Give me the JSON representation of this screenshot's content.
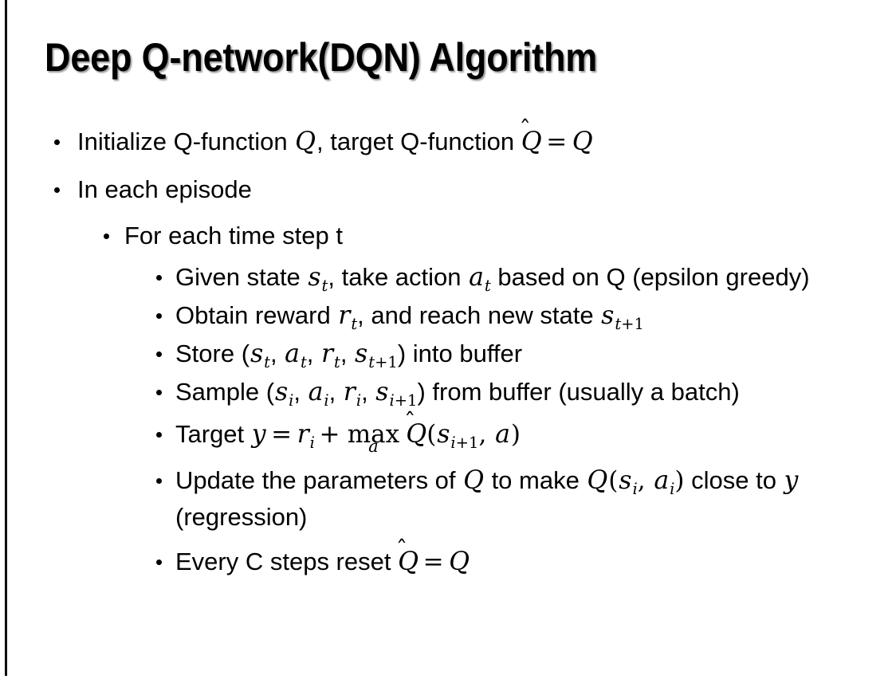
{
  "slide": {
    "title": "Deep Q-network(DQN) Algorithm",
    "background_color": "#ffffff",
    "text_color": "#000000",
    "left_rule_color": "#0d0d0d",
    "title_shadow_color": "#787878"
  },
  "bullets": {
    "b1_text": "Initialize Q-function ",
    "b1_var_q": "Q",
    "b1_mid": ", target Q-function ",
    "b1_qhat": "Q",
    "b1_hat": "̂",
    "b1_eq": "=",
    "b1_q2": "Q",
    "b2_text": "In each episode",
    "b3_text": "For each time step t",
    "b4_a": "Given state ",
    "b4_s": "s",
    "b4_s_sub": "t",
    "b4_b": ", take action ",
    "b4_aa": "a",
    "b4_a_sub": "t",
    "b4_c": " based on Q (epsilon greedy)",
    "b5_a": "Obtain reward ",
    "b5_r": "r",
    "b5_r_sub": "t",
    "b5_b": ", and reach new state ",
    "b5_s": "s",
    "b5_s_sub_var": "t",
    "b5_s_sub_num": "+1",
    "b6_a": "Store (",
    "b6_s": "s",
    "b6_s_sub": "t",
    "b6_c1": ", ",
    "b6_aa": "a",
    "b6_a_sub": "t",
    "b6_c2": ", ",
    "b6_r": "r",
    "b6_r_sub": "t",
    "b6_c3": ", ",
    "b6_s2": "s",
    "b6_s2_sub_var": "t",
    "b6_s2_sub_num": "+1",
    "b6_end": ") into buffer",
    "b7_a": "Sample (",
    "b7_s": "s",
    "b7_s_sub": "i",
    "b7_c1": ", ",
    "b7_aa": "a",
    "b7_a_sub": "i",
    "b7_c2": ", ",
    "b7_r": "r",
    "b7_r_sub": "i",
    "b7_c3": ", ",
    "b7_s2": "s",
    "b7_s2_sub_var": "i",
    "b7_s2_sub_num": "+1",
    "b7_end": ") from buffer (usually a batch)",
    "b8_a": "Target ",
    "b8_y": "y",
    "b8_eq": "=",
    "b8_r": "r",
    "b8_r_sub": "i",
    "b8_plus": "+",
    "b8_max": "max",
    "b8_max_lim": "a",
    "b8_qhat": "Q",
    "b8_hat": "̂",
    "b8_paren_open": "(",
    "b8_s": "s",
    "b8_s_sub_var": "i",
    "b8_s_sub_num": "+1",
    "b8_comma": ", ",
    "b8_action": "a",
    "b8_paren_close": ")",
    "b9_a": "Update the parameters of ",
    "b9_q1": "Q",
    "b9_b": " to make ",
    "b9_q2": "Q",
    "b9_paren_open": "(",
    "b9_s": "s",
    "b9_s_sub": "i",
    "b9_comma": ", ",
    "b9_aa": "a",
    "b9_a_sub": "i",
    "b9_paren_close": ")",
    "b9_c": " close to ",
    "b9_y": "y",
    "b9_d": " (regression)",
    "b10_a": "Every C steps reset ",
    "b10_qhat": "Q",
    "b10_hat": "̂",
    "b10_eq": "=",
    "b10_q": "Q"
  }
}
